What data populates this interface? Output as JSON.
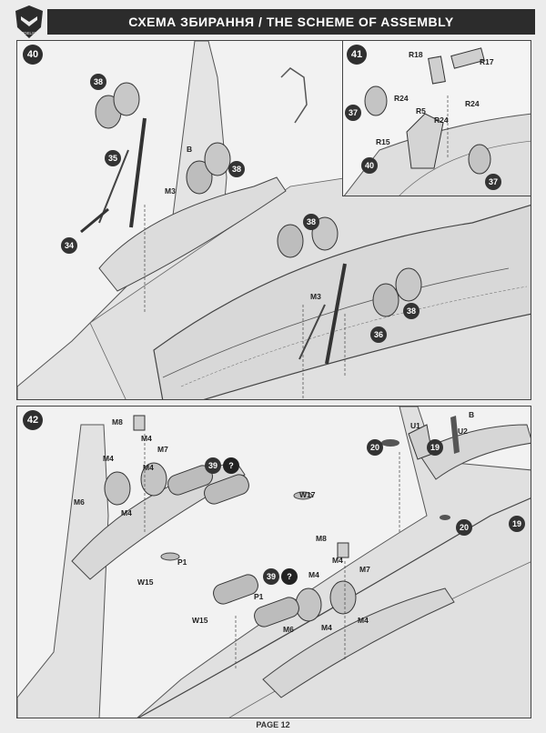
{
  "header": {
    "title": "СХЕМА ЗБИРАННЯ / THE SCHEME OF ASSEMBLY",
    "logo_text": "MODELSVIT"
  },
  "steps": {
    "s40": "40",
    "s41": "41",
    "s42": "42"
  },
  "top": {
    "c38a": "38",
    "c35": "35",
    "c38b": "38",
    "c34": "34",
    "m3a": "M3",
    "sb1": "B",
    "c38c": "38",
    "m3b": "M3",
    "c38d": "38",
    "c36": "36"
  },
  "inset41": {
    "r18": "R18",
    "r17": "R17",
    "r24a": "R24",
    "r5": "R5",
    "r24b": "R24",
    "r24c": "R24",
    "c37a": "37",
    "r15": "R15",
    "c40": "40",
    "c37b": "37"
  },
  "bottom": {
    "m8a": "M8",
    "m4a": "M4",
    "m4b": "M4",
    "m7a": "M7",
    "m4c": "M4",
    "m6a": "M6",
    "m4d": "M4",
    "c39a": "39",
    "p1a": "P1",
    "w15a": "W15",
    "c20a": "20",
    "u1": "U1",
    "c19a": "19",
    "u2": "U2",
    "sb2": "B",
    "w17": "W17",
    "m8b": "M8",
    "m4e": "M4",
    "m4f": "M4",
    "m7b": "M7",
    "c39b": "39",
    "p1b": "P1",
    "w15b": "W15",
    "m6b": "M6",
    "m4g": "M4",
    "m4h": "M4",
    "c20b": "20",
    "c19b": "19"
  },
  "footer": {
    "page": "PAGE 12"
  }
}
